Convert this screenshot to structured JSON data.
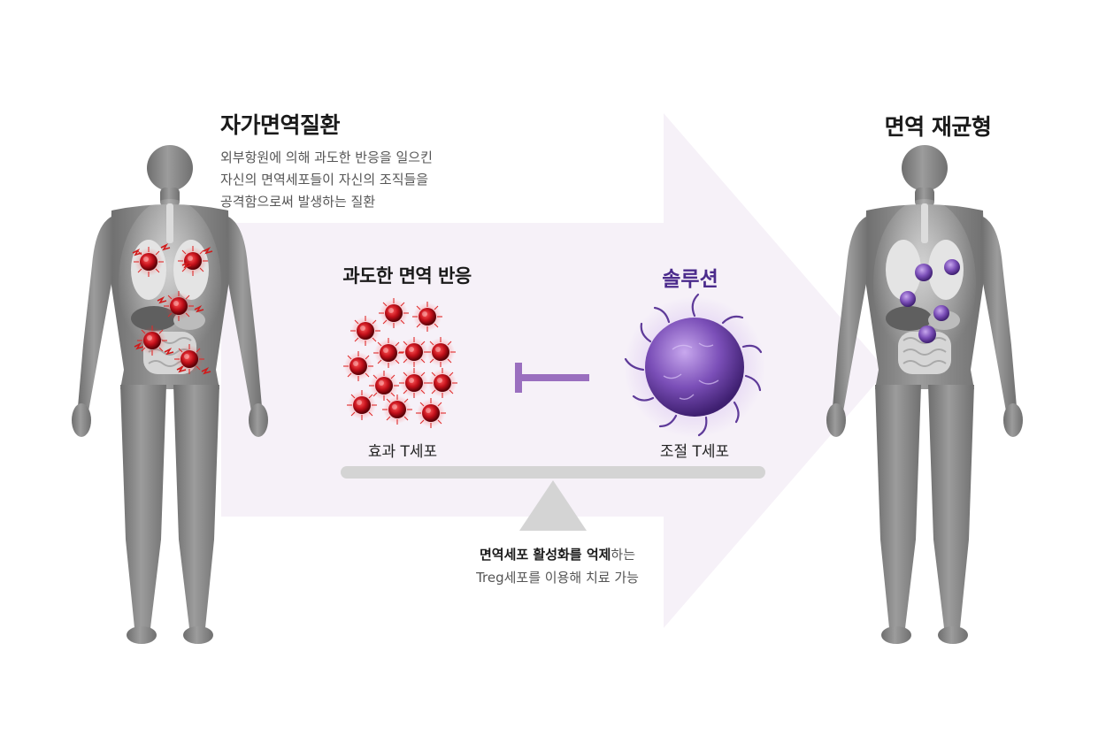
{
  "autoimmune": {
    "title": "자가면역질환",
    "description": [
      "외부항원에 의해 과도한 반응을 일으킨",
      "자신의 면역세포들이 자신의 조직들을",
      "공격함으로써 발생하는 질환"
    ]
  },
  "rebalance": {
    "title": "면역 재균형"
  },
  "center": {
    "overreaction_label": "과도한 면역 반응",
    "solution_label": "솔루션",
    "effector_label": "효과 T세포",
    "regulatory_label": "조절 T세포"
  },
  "note": {
    "line1_bold_a": "면역세포 활성화를 억제",
    "line1_rest": "하는",
    "line2": "Treg세포를 이용해 치료 가능"
  },
  "colors": {
    "arrow": "#f6f1f8",
    "effector": "#c4101a",
    "regulatory": "#7b4fb8",
    "inhibit": "#9a6fbf",
    "scale": "#d4d4d4",
    "body": "#8a8a8a",
    "solution_text": "#4b2b8c"
  },
  "icons": [
    "human-body-inflamed-icon",
    "human-body-balanced-icon",
    "effector-t-cell-icon",
    "regulatory-t-cell-icon",
    "inhibition-bar-icon",
    "balance-scale-icon"
  ]
}
